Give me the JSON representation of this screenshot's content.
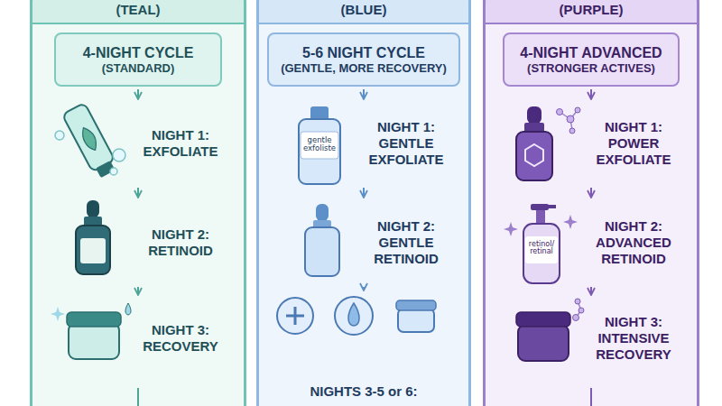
{
  "diagram": {
    "nodes": [
      {
        "text": [
          "(TEAL)"
        ]
      },
      {
        "text": [
          "4-NIGHT CYCLE",
          "(STANDARD)"
        ],
        "in": 0
      },
      {
        "text": [
          "NIGHT 1: EXFOLIATE"
        ],
        "in": 0
      },
      {
        "text": [
          "NIGHT 2: RETINOID"
        ],
        "in": 0
      },
      {
        "text": [
          "NIGHT 3: RECOVERY"
        ],
        "in": 0
      },
      {
        "text": [
          "(BLUE)"
        ]
      },
      {
        "text": [
          "5-6 NIGHT CYCLE",
          "(GENTLE, MORE RECOVERY)"
        ],
        "in": 5
      },
      {
        "text": [
          "NIGHT 1: GENTLE EXFOLIATE"
        ],
        "in": 5
      },
      {
        "text": [
          "NIGHT 2: GENTLE RETINOID"
        ],
        "in": 5
      },
      {
        "text": [
          "NIGHTS 3-5 or 6:"
        ],
        "in": 5
      },
      {
        "text": [
          "(PURPLE)"
        ]
      },
      {
        "text": [
          "4-NIGHT ADVANCED",
          "(STRONGER ACTIVES)"
        ],
        "in": 10
      },
      {
        "text": [
          "NIGHT 1: POWER EXFOLIATE"
        ],
        "in": 10
      },
      {
        "text": [
          "NIGHT 2: ADVANCED RETINOID"
        ],
        "in": 10
      },
      {
        "text": [
          "NIGHT 3: INTENSIVE RECOVERY"
        ],
        "in": 10
      }
    ],
    "edges": [
      {
        "from": 1,
        "to": 2,
        "arrow": "to"
      },
      {
        "from": 2,
        "to": 3,
        "arrow": "to"
      },
      {
        "from": 3,
        "to": 4,
        "arrow": "to"
      },
      {
        "from": 6,
        "to": 7,
        "arrow": "to"
      },
      {
        "from": 7,
        "to": 8,
        "arrow": "to"
      },
      {
        "from": 8,
        "to": 9,
        "arrow": "to"
      },
      {
        "from": 11,
        "to": 12,
        "arrow": "to"
      },
      {
        "from": 12,
        "to": 13,
        "arrow": "to"
      },
      {
        "from": 13,
        "to": 14,
        "arrow": "to"
      }
    ],
    "labels": [
      "gentle exfoliste",
      "retinol/ retinal"
    ]
  }
}
